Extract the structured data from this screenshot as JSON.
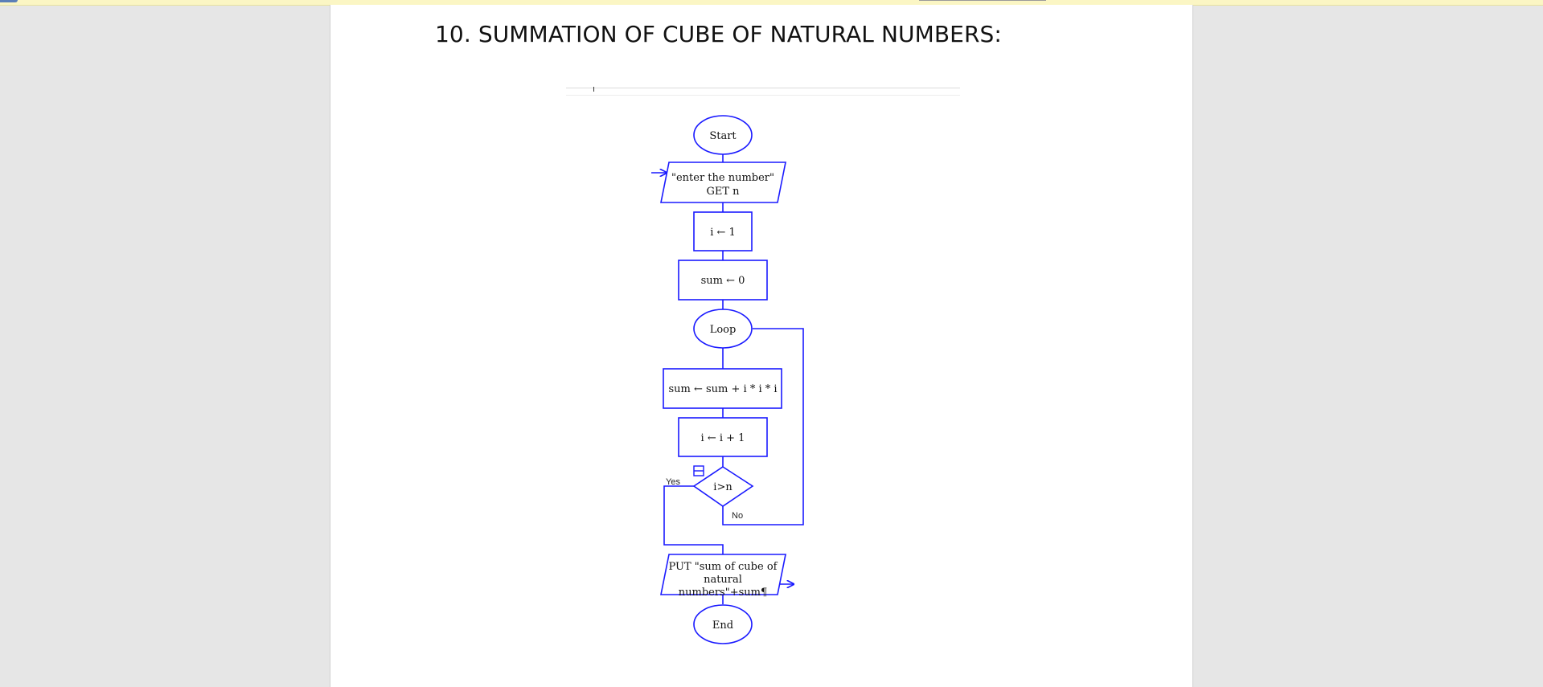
{
  "document": {
    "heading": "10. SUMMATION OF CUBE OF NATURAL NUMBERS:"
  },
  "flowchart": {
    "start": "Start",
    "input_line1": "\"enter the number\"",
    "input_line2": "GET n",
    "init_i": "i ← 1",
    "init_sum": "sum ← 0",
    "loop": "Loop",
    "update_sum": "sum ← sum + i * i * i",
    "increment": "i ← i + 1",
    "decision": "i>n",
    "yes_label": "Yes",
    "no_label": "No",
    "output_line1": "PUT \"sum of cube of",
    "output_line2": "natural",
    "output_line3": "numbers\"+sum¶",
    "end": "End"
  },
  "colors": {
    "page_bg": "#e6e6e6",
    "paper": "#ffffff",
    "flow_stroke": "#1a1aff",
    "top_strip": "#fbf6c4"
  }
}
